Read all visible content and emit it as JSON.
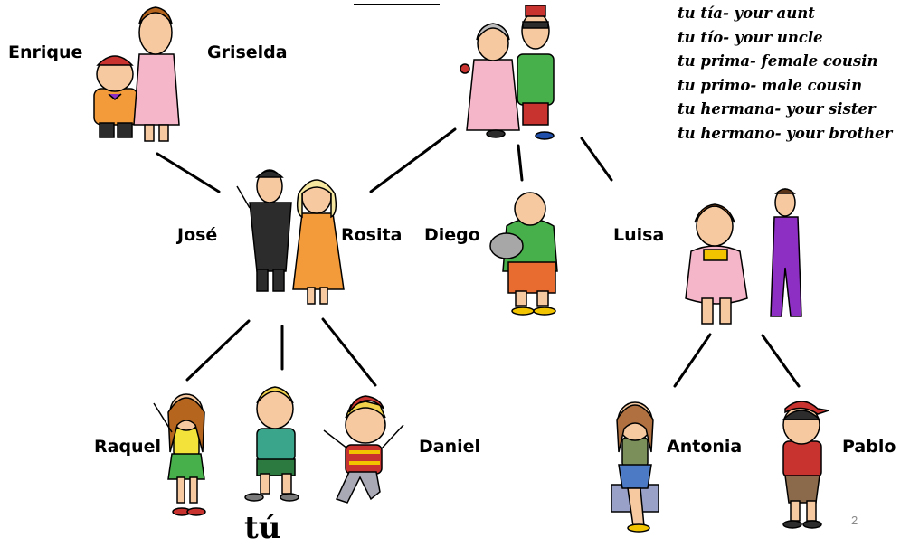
{
  "names": {
    "enrique": "Enrique",
    "griselda": "Griselda",
    "jose": "José",
    "rosita": "Rosita",
    "diego": "Diego",
    "luisa": "Luisa",
    "raquel": "Raquel",
    "daniel": "Daniel",
    "antonia": "Antonia",
    "pablo": "Pablo"
  },
  "you_label": "tú",
  "vocabulary": [
    "tu tía- your aunt",
    "tu tío- your uncle",
    "tu prima- female cousin",
    "tu primo- male cousin",
    "tu hermana- your sister",
    "tu hermano- your brother"
  ],
  "slide_number": "2",
  "colors": {
    "line": "#000000",
    "skin": "#f6c9a0",
    "pink": "#f4b6c8",
    "orange_dress": "#f39a3a",
    "green_shirt": "#48b04a",
    "purple_suit": "#8c2fc2",
    "red_shirt": "#c8332f",
    "dark_suit": "#2c2c2c"
  },
  "icons": {
    "enrique": "grandpa-cartoon-icon",
    "griselda": "grandma-cartoon-icon",
    "grandparents2": "elderly-couple-cartoon-icon",
    "jose_rosita": "parents-couple-cartoon-icon",
    "diego": "uncle-with-cat-cartoon-icon",
    "luisa": "aunt-and-man-cartoon-icon",
    "raquel": "girl-waving-cartoon-icon",
    "tu": "boy-blond-cartoon-icon",
    "daniel": "boy-jumping-cartoon-icon",
    "antonia": "girl-sitting-cartoon-icon",
    "pablo": "boy-red-cap-cartoon-icon"
  }
}
